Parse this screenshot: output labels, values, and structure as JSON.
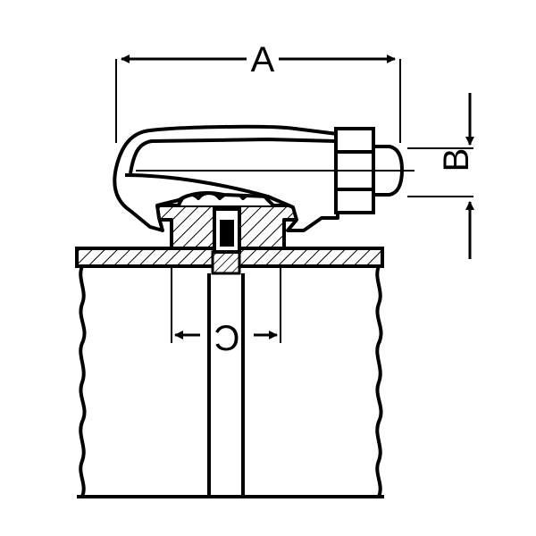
{
  "labels": {
    "dim_a": "A",
    "dim_b": "B",
    "dim_c": "C"
  },
  "colors": {
    "ink": "#000000",
    "paper": "#ffffff"
  }
}
